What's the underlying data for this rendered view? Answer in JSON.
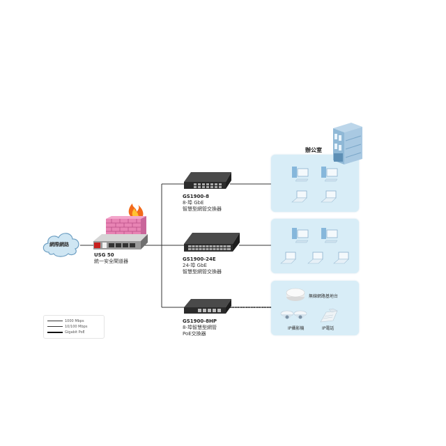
{
  "diagram": {
    "title": "網路拓樸示意圖",
    "internet": {
      "label": "網際網路",
      "icon": "cloud-icon"
    },
    "firewall": {
      "model": "USG 50",
      "desc": "統一安全閘道器",
      "icons": [
        "firewall-brick-icon",
        "flame-icon",
        "gateway-appliance-icon"
      ]
    },
    "switches": [
      {
        "model": "GS1900-8",
        "line1": "8-埠 GbE",
        "line2": "智慧型網管交換器",
        "icon": "switch-8port-icon"
      },
      {
        "model": "GS1900-24E",
        "line1": "24-埠 GbE",
        "line2": "智慧型網管交換器",
        "icon": "switch-24port-icon"
      },
      {
        "model": "GS1900-8HP",
        "line1": "8-埠智慧型網管",
        "line2": "PoE交換器",
        "icon": "switch-poe-icon"
      }
    ],
    "zones": [
      {
        "title": "辦公室",
        "devices": [
          "desktop-pc",
          "desktop-pc",
          "laptop",
          "laptop"
        ],
        "icon": "office-building-icon"
      },
      {
        "title": "",
        "devices": [
          "desktop-pc",
          "desktop-pc",
          "laptop",
          "laptop",
          "laptop"
        ]
      },
      {
        "title": "",
        "devices": [
          {
            "type": "access-point",
            "label": "無線網路基地台"
          },
          {
            "type": "ip-camera",
            "label": "IP攝影機"
          },
          {
            "type": "ip-phone",
            "label": "IP電話"
          }
        ]
      }
    ],
    "legend": [
      {
        "label": "1000 Mbps",
        "style": "thin-solid"
      },
      {
        "label": "10/100 Mbps",
        "style": "thin-solid"
      },
      {
        "label": "Gigabit PoE",
        "style": "thick-solid"
      }
    ],
    "colors": {
      "zone_fill": "#d8edf7",
      "line": "#333333",
      "firewall_brick": "#e07aa8",
      "flame": "#f26a1b",
      "cloud_fill": "#cfe6f3",
      "building": "#8fb8d6"
    }
  }
}
